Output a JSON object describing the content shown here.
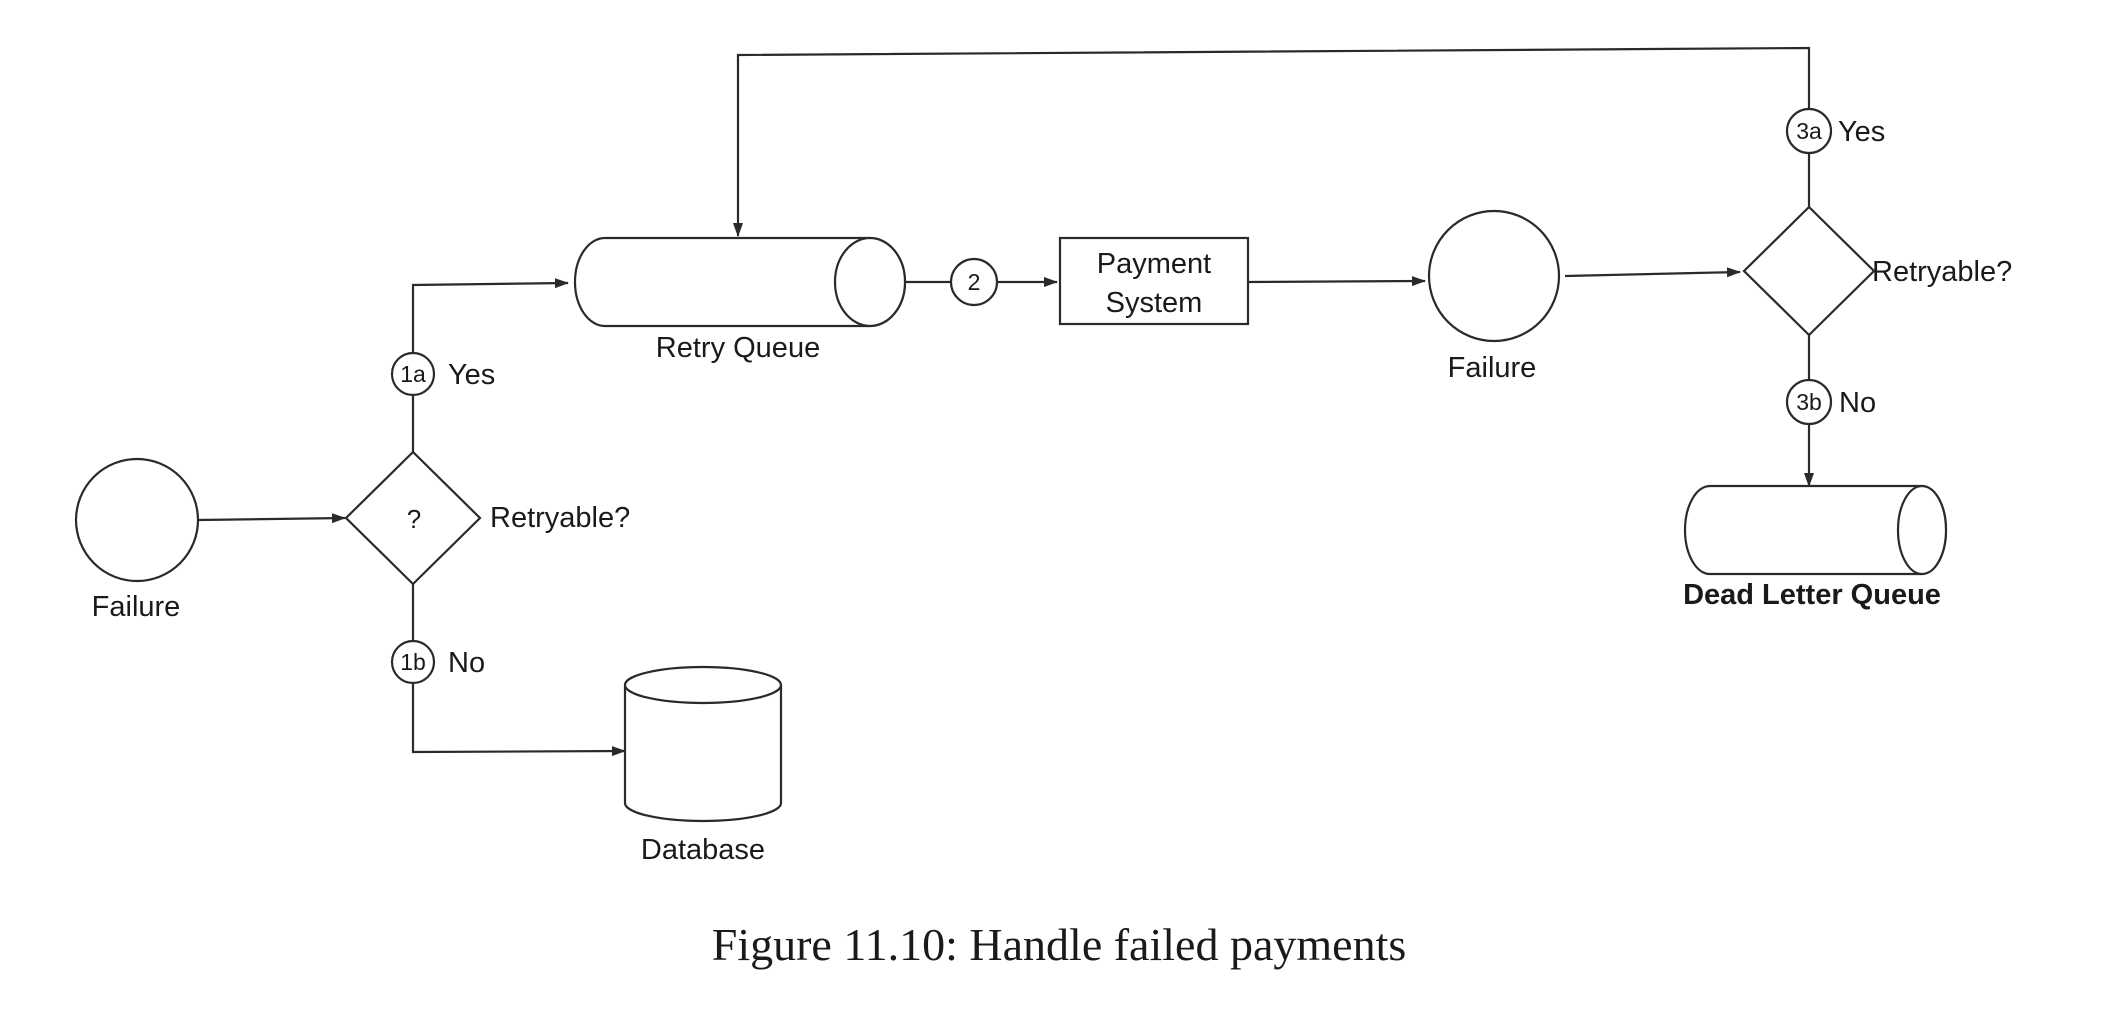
{
  "nodes": {
    "failure_left": "Failure",
    "decision_left_symbol": "?",
    "decision_left_label": "Retryable?",
    "retry_queue": "Retry Queue",
    "payment_system_line1": "Payment",
    "payment_system_line2": "System",
    "failure_right": "Failure",
    "decision_right_label": "Retryable?",
    "database": "Database",
    "dead_letter_queue": "Dead Letter Queue"
  },
  "steps": {
    "s1a": "1a",
    "s1a_label": "Yes",
    "s1b": "1b",
    "s1b_label": "No",
    "s2": "2",
    "s3a": "3a",
    "s3a_label": "Yes",
    "s3b": "3b",
    "s3b_label": "No"
  },
  "caption": "Figure 11.10: Handle failed payments"
}
